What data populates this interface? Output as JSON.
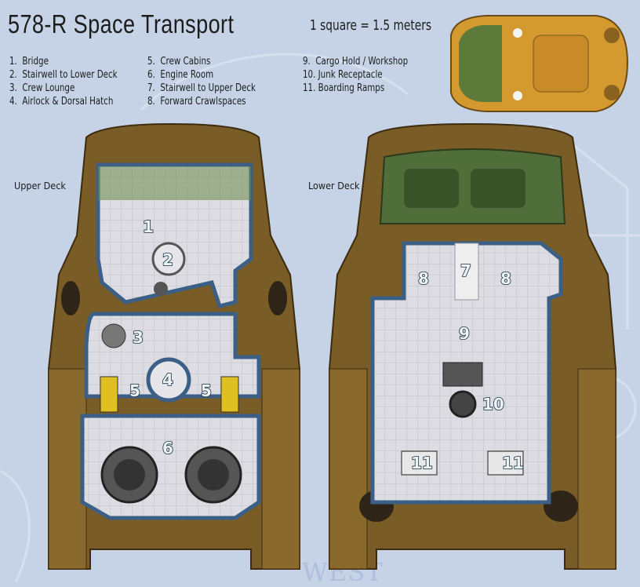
{
  "title": "578-R Space Transport",
  "scale": "1 square = 1.5 meters",
  "legend": [
    {
      "num": "1.",
      "label": "Bridge"
    },
    {
      "num": "2.",
      "label": "Stairwell to Lower Deck"
    },
    {
      "num": "3.",
      "label": "Crew Lounge"
    },
    {
      "num": "4.",
      "label": "Airlock & Dorsal Hatch"
    },
    {
      "num": "5.",
      "label": "Crew Cabins"
    },
    {
      "num": "6.",
      "label": "Engine Room"
    },
    {
      "num": "7.",
      "label": "Stairwell to Upper Deck"
    },
    {
      "num": "8.",
      "label": "Forward Crawlspaces"
    },
    {
      "num": "9.",
      "label": "Cargo Hold / Workshop"
    },
    {
      "num": "10.",
      "label": "Junk Receptacle"
    },
    {
      "num": "11.",
      "label": "Boarding Ramps"
    }
  ],
  "decks": {
    "upper": {
      "label": "Upper Deck",
      "rooms": [
        "1",
        "2",
        "3",
        "4",
        "5",
        "5",
        "6"
      ]
    },
    "lower": {
      "label": "Lower Deck",
      "rooms": [
        "8",
        "7",
        "8",
        "9",
        "10",
        "11",
        "11"
      ]
    }
  },
  "watermark": "WEST",
  "colors": {
    "background": "#c6d3e6",
    "hull": "#7a5c26",
    "floor": "#d9d9de",
    "wall": "#3b5f86",
    "canopy": "#4f6e3a",
    "ship": "#d49a30"
  }
}
